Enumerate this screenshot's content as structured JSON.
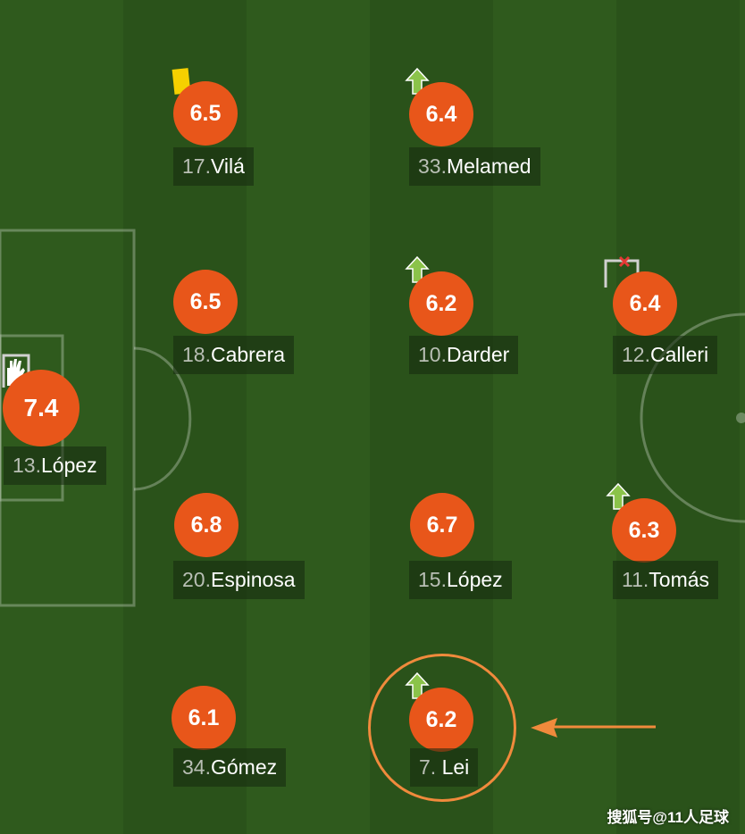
{
  "players": [
    {
      "id": "vila",
      "rating": "6.5",
      "num": "17.",
      "name": "Vilá",
      "icon": "yellow-card"
    },
    {
      "id": "melamed",
      "rating": "6.4",
      "num": "33.",
      "name": "Melamed",
      "icon": "sub-in-arrow"
    },
    {
      "id": "cabrera",
      "rating": "6.5",
      "num": "18.",
      "name": "Cabrera",
      "icon": ""
    },
    {
      "id": "darder",
      "rating": "6.2",
      "num": "10.",
      "name": "Darder",
      "icon": "sub-in-arrow"
    },
    {
      "id": "calleri",
      "rating": "6.4",
      "num": "12.",
      "name": "Calleri",
      "icon": "missed-shot"
    },
    {
      "id": "lopez-gk",
      "rating": "7.4",
      "num": "13.",
      "name": "López",
      "icon": "glove"
    },
    {
      "id": "espinosa",
      "rating": "6.8",
      "num": "20.",
      "name": "Espinosa",
      "icon": ""
    },
    {
      "id": "lopez-15",
      "rating": "6.7",
      "num": "15.",
      "name": "López",
      "icon": ""
    },
    {
      "id": "tomas",
      "rating": "6.3",
      "num": "11.",
      "name": "Tomás",
      "icon": "sub-in-arrow"
    },
    {
      "id": "gomez",
      "rating": "6.1",
      "num": "34.",
      "name": "Gómez",
      "icon": ""
    },
    {
      "id": "lei",
      "rating": "6.2",
      "num": "7. ",
      "name": "Lei",
      "icon": "sub-in-arrow"
    }
  ],
  "watermark": "搜狐号@11人足球",
  "colors": {
    "rating_bg": "#e8561a",
    "highlight": "#f08a3c",
    "sub_arrow": "#8bc34a",
    "yellow_card": "#f5d000"
  }
}
